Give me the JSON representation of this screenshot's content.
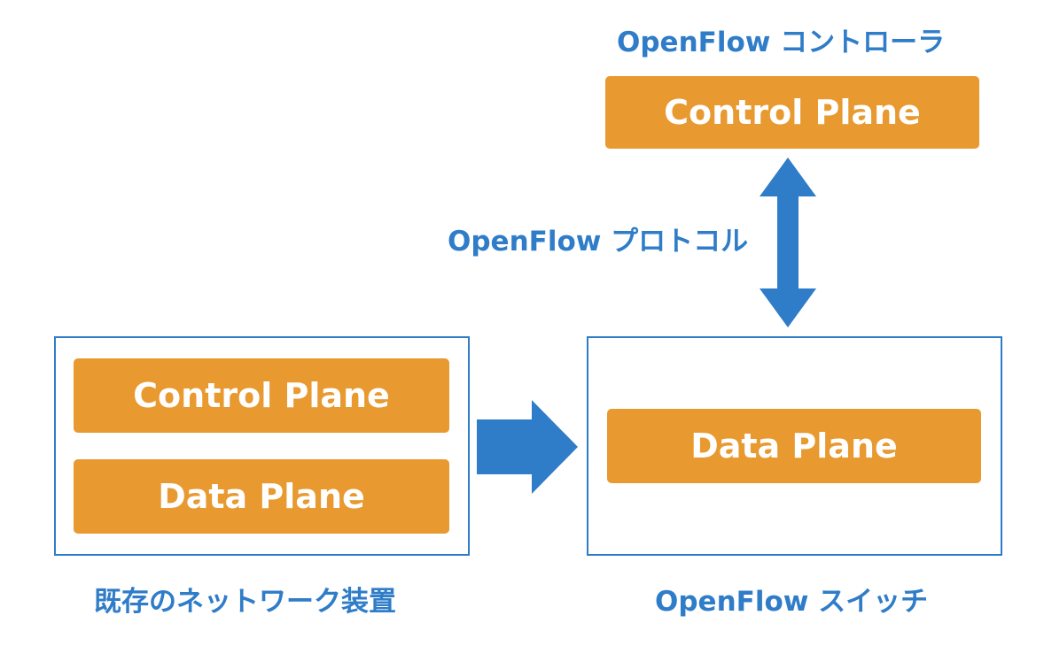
{
  "diagram": {
    "controller": {
      "label": "OpenFlow コントローラ",
      "control_plane": "Control Plane"
    },
    "protocol_label": "OpenFlow プロトコル",
    "existing_device": {
      "control_plane": "Control Plane",
      "data_plane": "Data Plane",
      "label": "既存のネットワーク装置"
    },
    "openflow_switch": {
      "data_plane": "Data Plane",
      "label": "OpenFlow スイッチ"
    },
    "colors": {
      "accent_blue": "#2f7cc8",
      "box_orange": "#e8992f"
    },
    "icons": {
      "protocol_arrow": "double-vertical-arrow-icon",
      "migration_arrow": "right-arrow-icon"
    }
  }
}
